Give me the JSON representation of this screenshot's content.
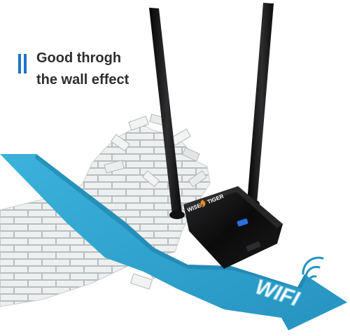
{
  "headline": {
    "line1": "Good throgh",
    "line2": "the wall effect"
  },
  "device": {
    "brand_left": "WISE",
    "brand_right": "TIGER"
  },
  "wifi_label": "WIFI",
  "colors": {
    "accent": "#1e73c8",
    "arrow": "#2fa4cf",
    "arrow_dark": "#1c7fa6",
    "device_body": "#0b0b0c",
    "led": "#2a6fe0",
    "wall": "#eef0f0",
    "mortar": "#b8bdbf",
    "logo_flame": "#f08a1c"
  }
}
